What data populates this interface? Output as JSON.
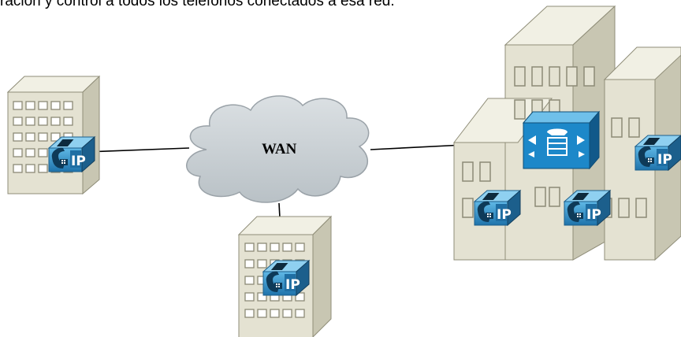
{
  "caption": "ración y control  a todos los teléfonos conectados a esa red.",
  "wan_label": "WAN",
  "phone_label": "IP",
  "colors": {
    "building_front": "#e4e2d2",
    "building_side": "#c8c6b2",
    "building_edge": "#8f8d78",
    "window_fill": "#ffffff",
    "window_stroke": "#8c8a76",
    "cloud_fill": "#c9cfd3",
    "cloud_stroke": "#9aa2a8",
    "phone_blue": "#2e8fc8",
    "phone_dark": "#1c5f8c",
    "callmanager_blue": "#1d88c9",
    "link_color": "#000000"
  },
  "icons": [
    "building-icon",
    "cloud-icon",
    "ip-phone-icon",
    "call-manager-icon"
  ]
}
